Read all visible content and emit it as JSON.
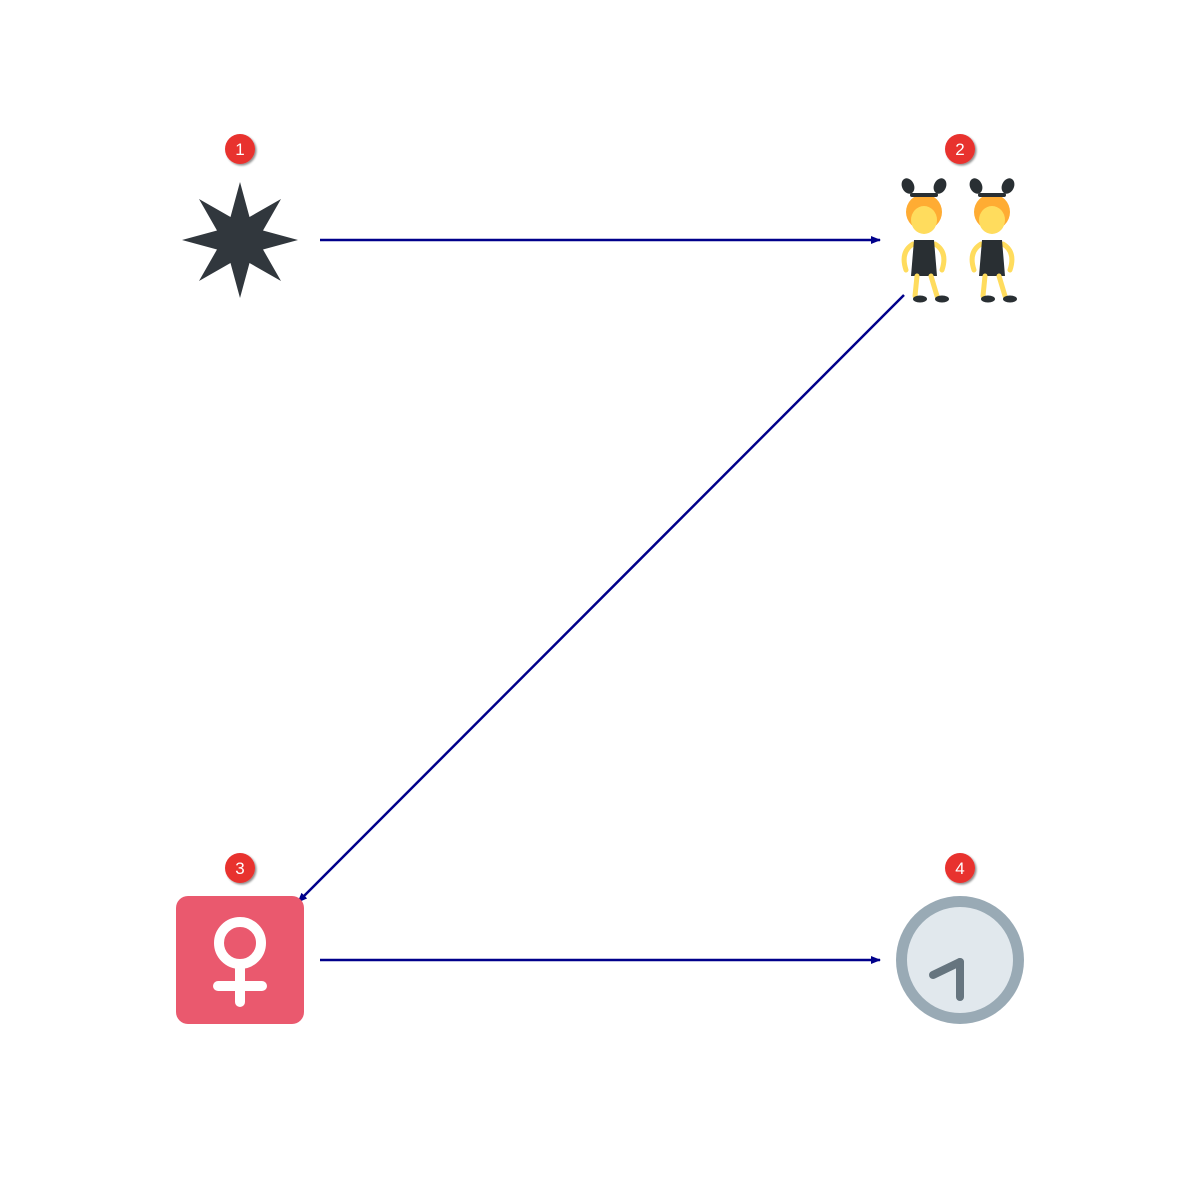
{
  "nodes": [
    {
      "id": "n1",
      "badge": "1",
      "icon": "eight-pointed-black-star-icon"
    },
    {
      "id": "n2",
      "badge": "2",
      "icon": "women-with-bunny-ears-icon"
    },
    {
      "id": "n3",
      "badge": "3",
      "icon": "female-sign-icon"
    },
    {
      "id": "n4",
      "badge": "4",
      "icon": "clock-seven-thirty-icon"
    }
  ],
  "edges": [
    {
      "from": "n1",
      "to": "n2"
    },
    {
      "from": "n2",
      "to": "n3"
    },
    {
      "from": "n3",
      "to": "n4"
    }
  ],
  "colors": {
    "edge": "#00008b",
    "badge": "#e8312f",
    "star": "#31373d",
    "female_bg": "#ea596e",
    "clock_rim": "#99aab5",
    "clock_face": "#e1e8ed",
    "clock_hands": "#66757f",
    "person_skin": "#ffdc5d",
    "person_hair": "#ffac33",
    "person_outfit": "#292f33"
  }
}
